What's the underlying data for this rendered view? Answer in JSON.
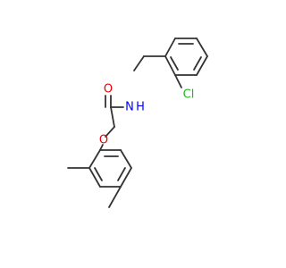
{
  "molecule": {
    "atoms": {
      "oxygen_carbonyl": "O",
      "nitrogen": "N",
      "nitrogen_h": "H",
      "chlorine": "Cl",
      "oxygen_ether": "O"
    },
    "colors": {
      "bond": "#333333",
      "oxygen": "#e8000b",
      "nitrogen": "#0000ff",
      "chlorine": "#1fb81f",
      "background": "#ffffff"
    }
  }
}
